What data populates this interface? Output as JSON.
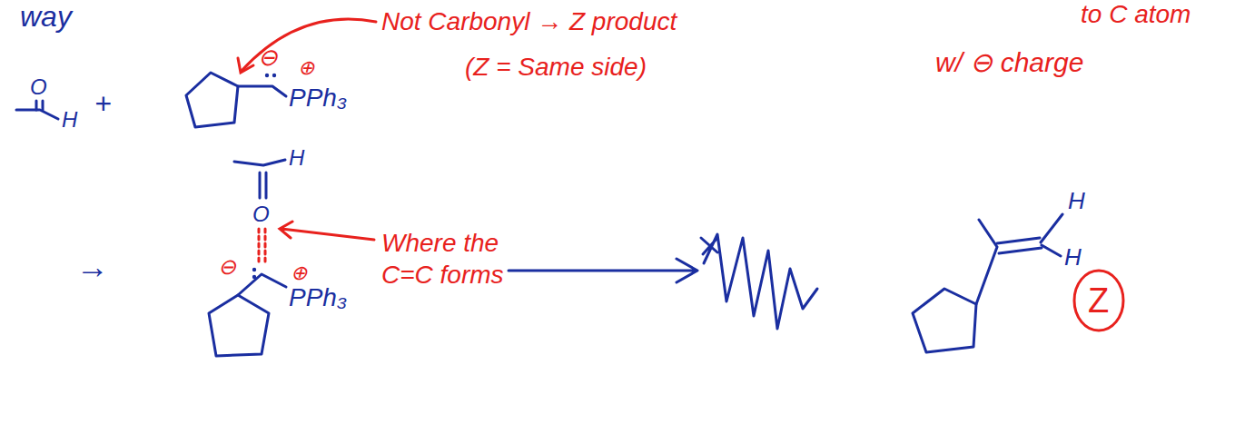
{
  "diagram": {
    "labels": [
      "way",
      "Not Carbonyl → Z product",
      "(Z = Same side)",
      "to C atom",
      "w/ ⊖ charge",
      "O",
      "H",
      "+",
      "⊖",
      "PPh₃",
      "⊕",
      "→",
      "H",
      "O",
      "⊖",
      "⊕",
      "PPh₃",
      "Where the C=C forms",
      "H",
      "H",
      "Z"
    ]
  }
}
